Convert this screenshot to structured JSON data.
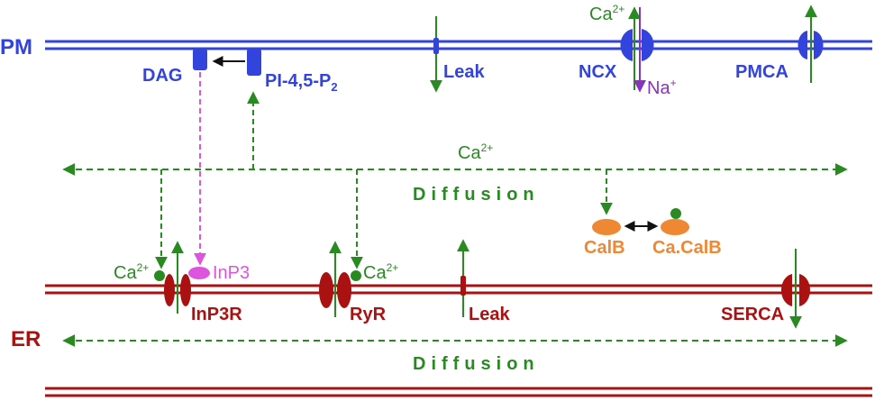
{
  "colors": {
    "membrane_pm": "#3344dd",
    "membrane_er": "#aa1111",
    "calcium": "#2a8a22",
    "inp3": "#dd55dd",
    "calb": "#ee8833",
    "dark": "#111111",
    "na": "#8833bb"
  },
  "labels": {
    "pm": "PM",
    "er": "ER",
    "dag": "DAG",
    "pip2_main": "PI-4,5-P",
    "pip2_sub": "2",
    "leak_pm": "Leak",
    "ncx": "NCX",
    "pmca": "PMCA",
    "ca_main": "Ca",
    "ca_sup": "2+",
    "na_main": "Na",
    "na_sup": "+",
    "diffusion_top": "Diffusion",
    "diffusion_bottom": "Diffusion",
    "calb": "CalB",
    "cacalb": "Ca.CalB",
    "inp3": "InP3",
    "inp3r": "InP3R",
    "ryr": "RyR",
    "leak_er": "Leak",
    "serca": "SERCA"
  }
}
